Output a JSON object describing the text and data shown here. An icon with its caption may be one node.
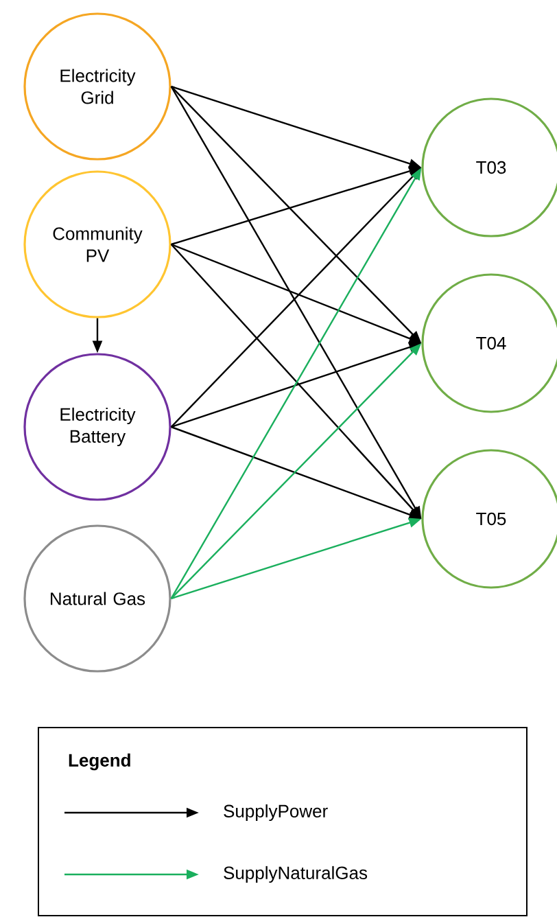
{
  "diagram": {
    "nodes": [
      {
        "text": [
          "Electricity Grid"
        ]
      },
      {
        "text": [
          "Community PV"
        ]
      },
      {
        "text": [
          "Electricity Battery"
        ]
      },
      {
        "text": [
          "Natural Gas"
        ]
      },
      {
        "text": [
          "T03"
        ]
      },
      {
        "text": [
          "T04"
        ]
      },
      {
        "text": [
          "T05"
        ]
      }
    ],
    "edges": [
      {
        "from": 1,
        "to": 2,
        "arrow": "to"
      },
      {
        "from": 0,
        "to": 4,
        "arrow": "to"
      },
      {
        "from": 0,
        "to": 5,
        "arrow": "to"
      },
      {
        "from": 0,
        "to": 6,
        "arrow": "to"
      },
      {
        "from": 1,
        "to": 4,
        "arrow": "to"
      },
      {
        "from": 1,
        "to": 5,
        "arrow": "to"
      },
      {
        "from": 1,
        "to": 6,
        "arrow": "to"
      },
      {
        "from": 2,
        "to": 4,
        "arrow": "to"
      },
      {
        "from": 2,
        "to": 5,
        "arrow": "to"
      },
      {
        "from": 2,
        "to": 6,
        "arrow": "to"
      },
      {
        "from": 3,
        "to": 4,
        "arrow": "to",
        "color": "#1aaf5d"
      },
      {
        "from": 3,
        "to": 5,
        "arrow": "to",
        "color": "#1aaf5d"
      },
      {
        "from": 3,
        "to": 6,
        "arrow": "to",
        "color": "#1aaf5d"
      }
    ],
    "labels": [
      "Legend"
    ],
    "legend": [
      {
        "text": "SupplyPower"
      },
      {
        "text": "SupplyNaturalGas"
      }
    ]
  }
}
